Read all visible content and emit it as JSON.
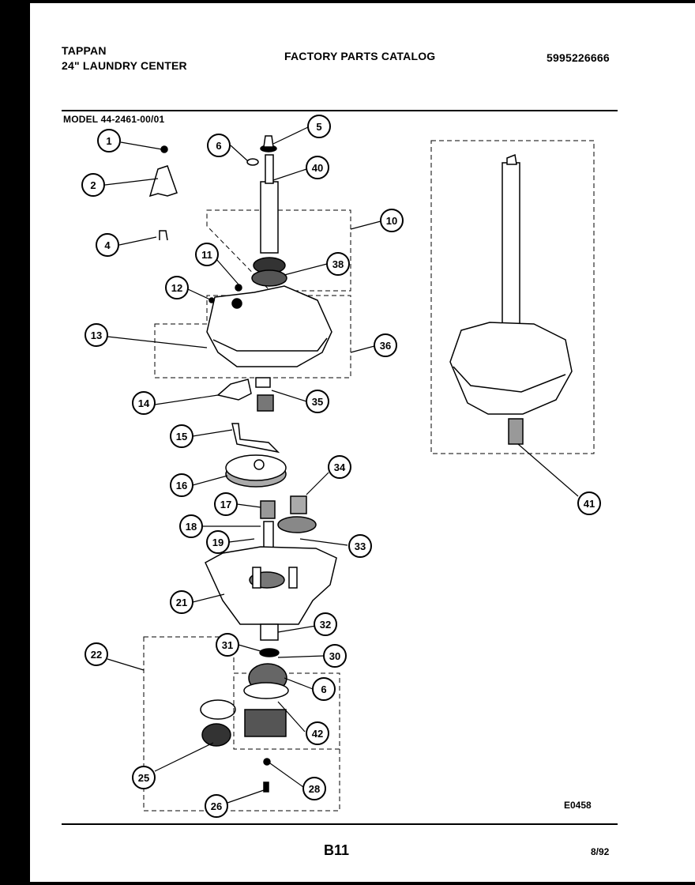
{
  "header": {
    "brand": "TAPPAN",
    "product": "24\" LAUNDRY CENTER",
    "catalog": "FACTORY PARTS CATALOG",
    "catalog_no": "5995226666",
    "model": "MODEL 44-2461-00/01"
  },
  "callouts": [
    "1",
    "2",
    "4",
    "6",
    "5",
    "40",
    "10",
    "11",
    "38",
    "12",
    "13",
    "36",
    "14",
    "35",
    "15",
    "16",
    "34",
    "17",
    "18",
    "19",
    "33",
    "21",
    "32",
    "31",
    "30",
    "22",
    "6",
    "42",
    "25",
    "28",
    "26",
    "41"
  ],
  "footer": {
    "diagram_code": "E0458",
    "page": "B11",
    "date": "8/92"
  }
}
